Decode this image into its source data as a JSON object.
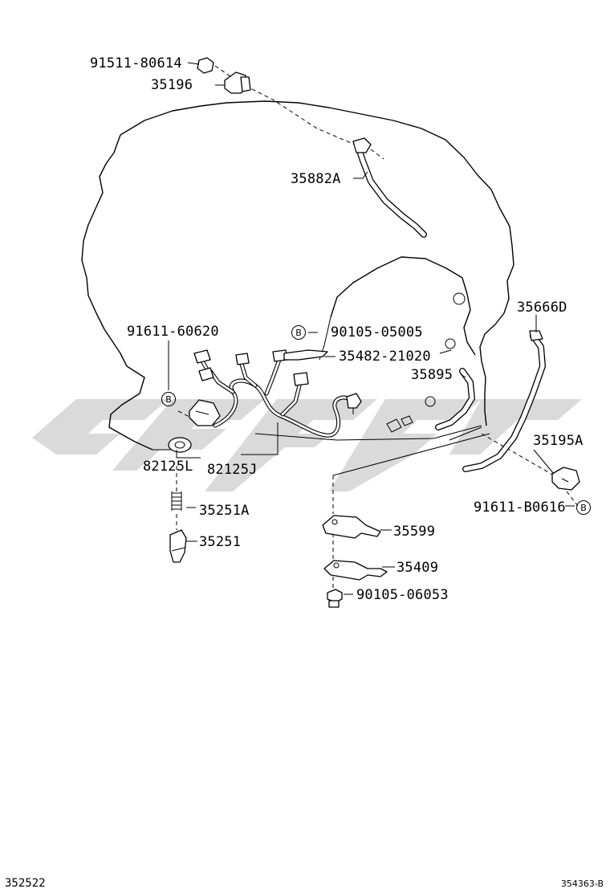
{
  "diagram": {
    "callouts": {
      "p1": "91511-80614",
      "p2": "35196",
      "p3": "35882A",
      "p4": "35666D",
      "p5": "91611-60620",
      "p6": "90105-05005",
      "p7": "35482-21020",
      "p8": "35895",
      "p9": "35195A",
      "p10": "82125L",
      "p11": "82125J",
      "p12": "35251A",
      "p13": "91611-B0616",
      "p14": "35251",
      "p15": "35599",
      "p16": "35409",
      "p17": "90105-06053"
    },
    "markers": {
      "b1": "B",
      "b2": "B",
      "b3": "B"
    },
    "footer": {
      "left": "352522",
      "right": "354363-B"
    }
  }
}
